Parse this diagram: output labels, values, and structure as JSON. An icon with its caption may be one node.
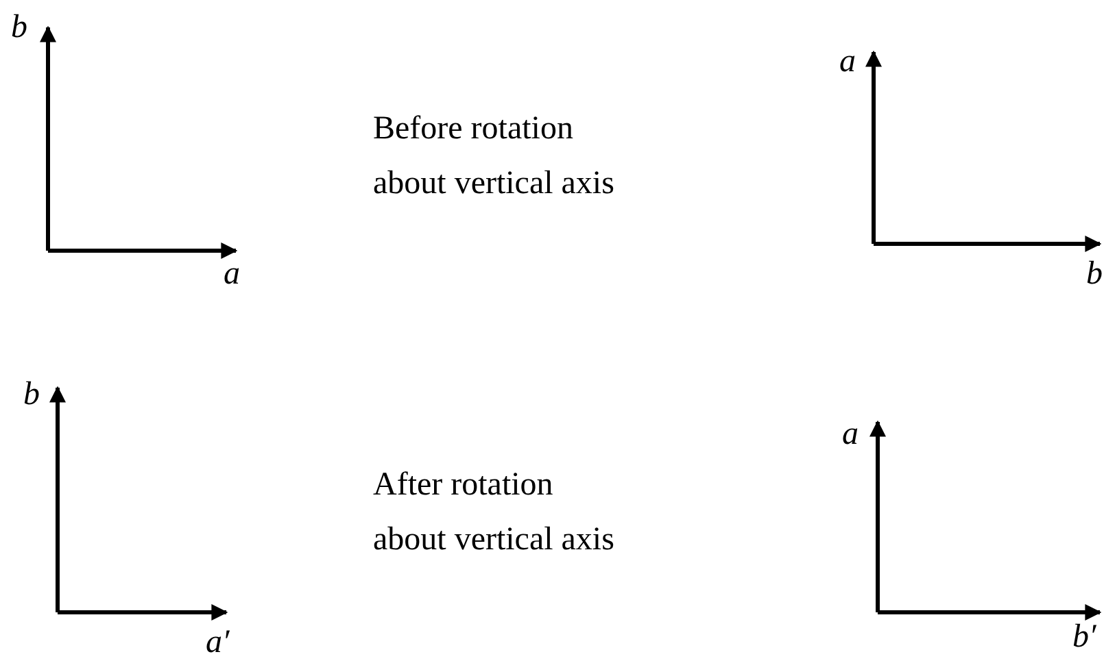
{
  "diagram": {
    "labels": [
      "b",
      "a",
      "Before rotation about vertical axis",
      "a",
      "b",
      "b",
      "a′",
      "After rotation about vertical axis",
      "a",
      "b′"
    ]
  }
}
